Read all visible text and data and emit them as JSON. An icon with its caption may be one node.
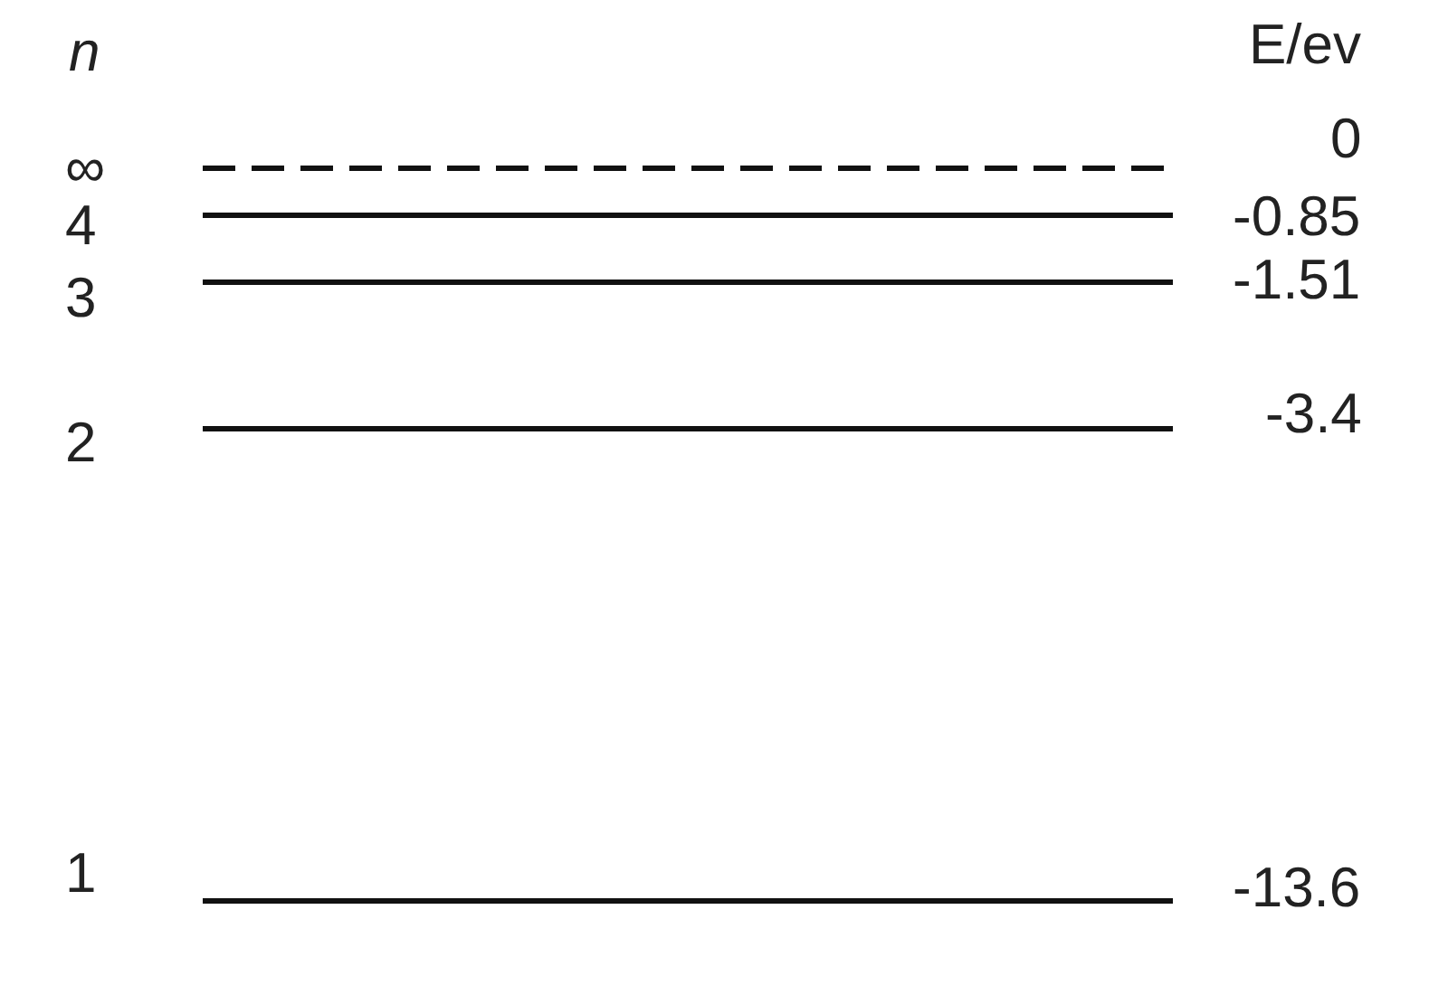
{
  "diagram": {
    "labels": [
      "n",
      "E/ev",
      "∞",
      "0",
      "4",
      "-0.85",
      "3",
      "-1.51",
      "2",
      "-3.4",
      "1",
      "-13.6"
    ]
  }
}
